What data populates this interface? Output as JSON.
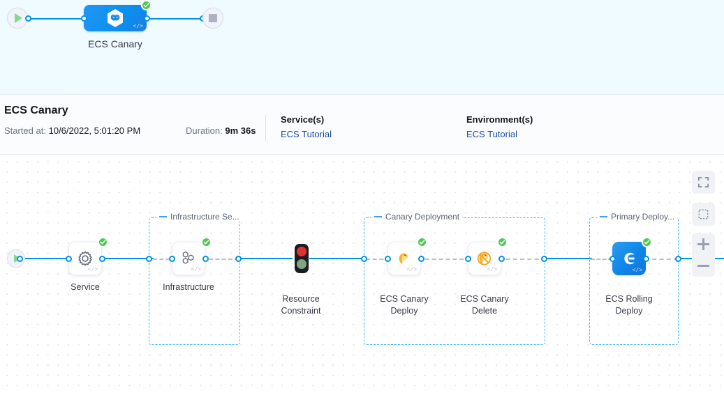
{
  "minimap": {
    "start_icon": "play-icon",
    "stop_icon": "stop-icon",
    "pipeline_node": {
      "label": "ECS Canary",
      "icon": "harness-hexagon-infinity-icon",
      "status": "success",
      "code_badge": "</>"
    }
  },
  "info": {
    "title": "ECS Canary",
    "started_label": "Started at",
    "started_value": "10/6/2022, 5:01:20 PM",
    "duration_label": "Duration",
    "duration_value": "9m 36s",
    "services_label": "Service(s)",
    "services_value": "ECS Tutorial",
    "environments_label": "Environment(s)",
    "environments_value": "ECS Tutorial"
  },
  "canvas": {
    "start_icon": "play-icon",
    "groups": [
      {
        "label": "Infrastructure Se...",
        "collapse_icon": "collapse-dash-icon"
      },
      {
        "label": "Canary Deployment",
        "collapse_icon": "collapse-dash-icon"
      },
      {
        "label": "Primary Deploy...",
        "collapse_icon": "collapse-dash-icon"
      }
    ],
    "nodes": [
      {
        "label": "Service",
        "icon": "gear-icon",
        "status": "success",
        "code_badge": "</>"
      },
      {
        "label": "Infrastructure",
        "icon": "hexagon-cluster-icon",
        "status": "success",
        "code_badge": "</>"
      },
      {
        "label": "Resource\nConstraint",
        "label_line1": "Resource",
        "label_line2": "Constraint",
        "icon": "traffic-light-icon",
        "status": "none"
      },
      {
        "label": "ECS Canary Deploy",
        "label_line1": "ECS Canary",
        "label_line2": "Deploy",
        "icon": "canary-bird-icon",
        "status": "success",
        "code_badge": "</>"
      },
      {
        "label": "ECS Canary Delete",
        "label_line1": "ECS Canary",
        "label_line2": "Delete",
        "icon": "canary-bird-delete-icon",
        "status": "success",
        "code_badge": "</>"
      },
      {
        "label": "ECS Rolling Deploy",
        "label_line1": "ECS Rolling",
        "label_line2": "Deploy",
        "icon": "ecs-logo-icon",
        "status": "success",
        "code_badge": "</>"
      }
    ],
    "toolbar": [
      {
        "name": "fit-to-screen-button",
        "icon": "expand-corners-icon"
      },
      {
        "name": "select-area-button",
        "icon": "dashed-square-icon"
      },
      {
        "name": "zoom-in-button",
        "icon": "plus-icon"
      },
      {
        "name": "zoom-out-button",
        "icon": "minus-icon"
      }
    ]
  },
  "colors": {
    "accent": "#0092e4",
    "success": "#4dc952",
    "group_border": "#40baf5",
    "link": "#1f4ba0",
    "top_strip_bg": "#effbff"
  }
}
